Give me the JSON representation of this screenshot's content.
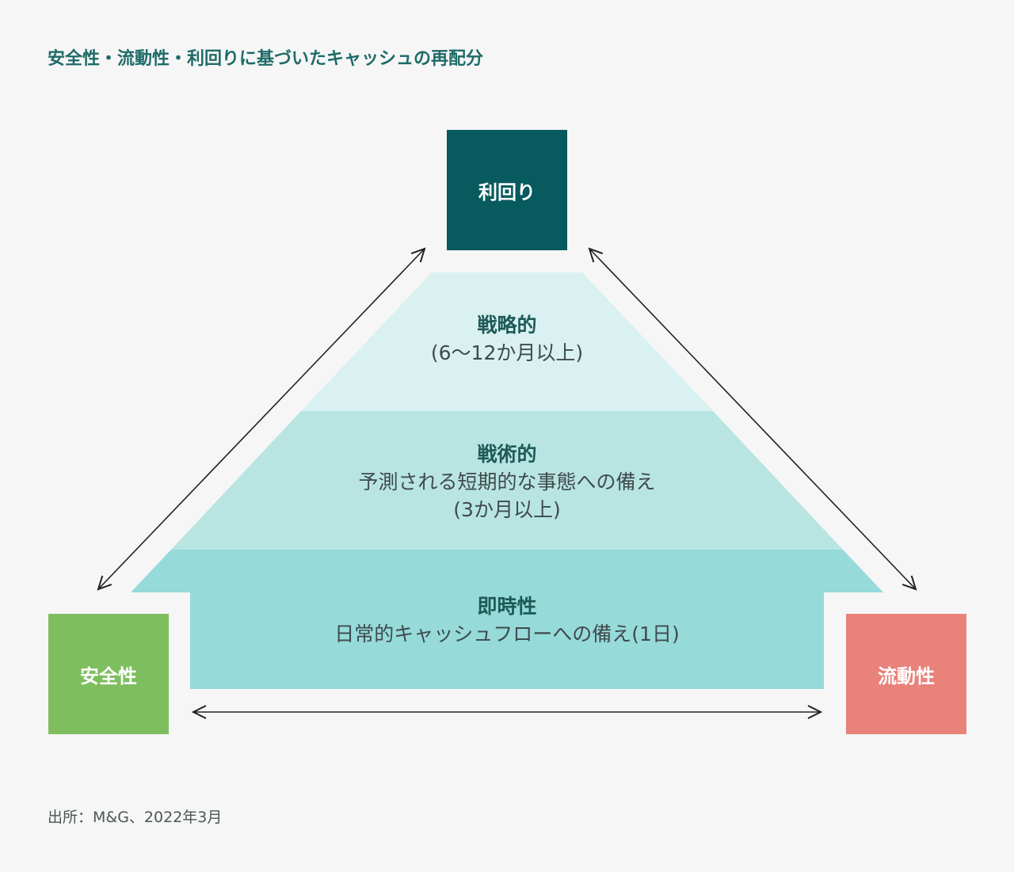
{
  "title": "安全性・流動性・利回りに基づいたキャッシュの再配分",
  "corners": {
    "yield": {
      "label": "利回り",
      "color": "#075a5e"
    },
    "safety": {
      "label": "安全性",
      "color": "#7fbe5f"
    },
    "liquidity": {
      "label": "流動性",
      "color": "#e8827a"
    }
  },
  "tiers": {
    "strategic": {
      "name": "戦略的",
      "lines": [
        "(6〜12か月以上)"
      ],
      "color": "#daf1f1"
    },
    "tactical": {
      "name": "戦術的",
      "lines": [
        "予測される短期的な事態への備え",
        "(3か月以上)"
      ],
      "color": "#b8e5e2"
    },
    "immediate": {
      "name": "即時性",
      "lines": [
        "日常的キャッシュフローへの備え(1日)"
      ],
      "color": "#96dada"
    }
  },
  "arrow_color": "#222222",
  "source": "出所：M&G、2022年3月"
}
